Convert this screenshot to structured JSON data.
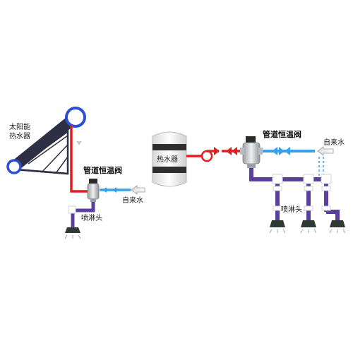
{
  "labels": {
    "solar_heater_line1": "太阳能",
    "solar_heater_line2": "热水器",
    "valve_left": "管道恒温阀",
    "tap_water_left": "自来水",
    "shower_left": "喷淋头",
    "water_heater": "热水器",
    "valve_right": "管道恒温阀",
    "tap_water_right": "自来水",
    "shower_right": "喷淋头"
  },
  "colors": {
    "hot_pipe": "#e02020",
    "cold_pipe": "#3aa0e8",
    "mixed_pipe": "#5b3f9e",
    "collector": "#2d2f45",
    "collector_ring": "#2a4fd6",
    "valve_body": "#c9cdd2"
  },
  "icons": [
    "solar-collector",
    "thermostatic-valve",
    "shower-head",
    "water-heater-tank",
    "pump-circle"
  ]
}
